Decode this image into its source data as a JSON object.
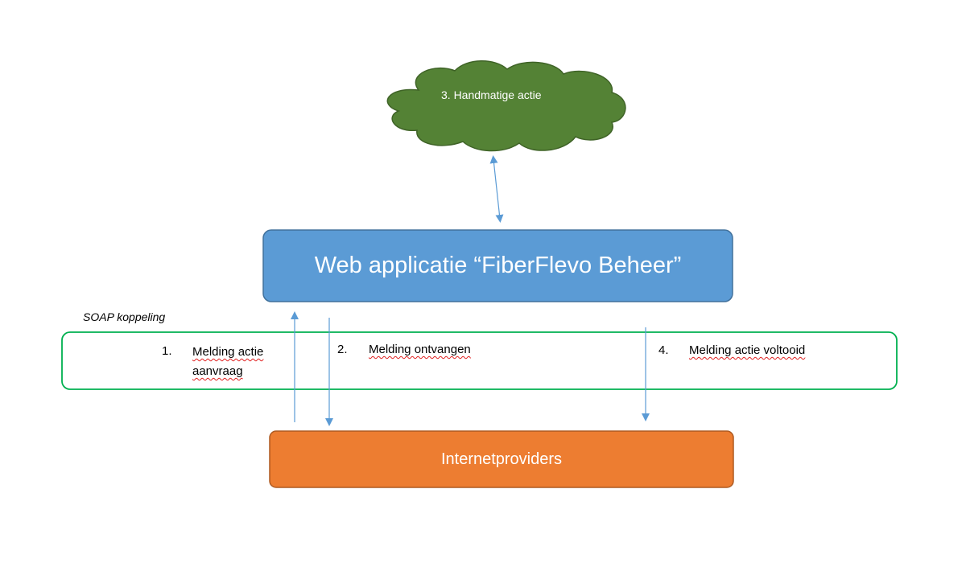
{
  "cloud": {
    "label": "3. Handmatige actie",
    "color": "#548235"
  },
  "web_app": {
    "label": "Web applicatie “FiberFlevo Beheer”",
    "color": "#5b9bd5"
  },
  "providers": {
    "label": "Internetproviders",
    "color": "#ed7d31"
  },
  "soap": {
    "label": "SOAP koppeling",
    "border_color": "#00b050"
  },
  "steps": [
    {
      "number": "1.",
      "line1": "Melding actie",
      "line2": "aanvraag"
    },
    {
      "number": "2.",
      "line1": "Melding ontvangen"
    },
    {
      "number": "4.",
      "line1": "Melding actie voltooid"
    }
  ],
  "arrow_color": "#5b9bd5"
}
